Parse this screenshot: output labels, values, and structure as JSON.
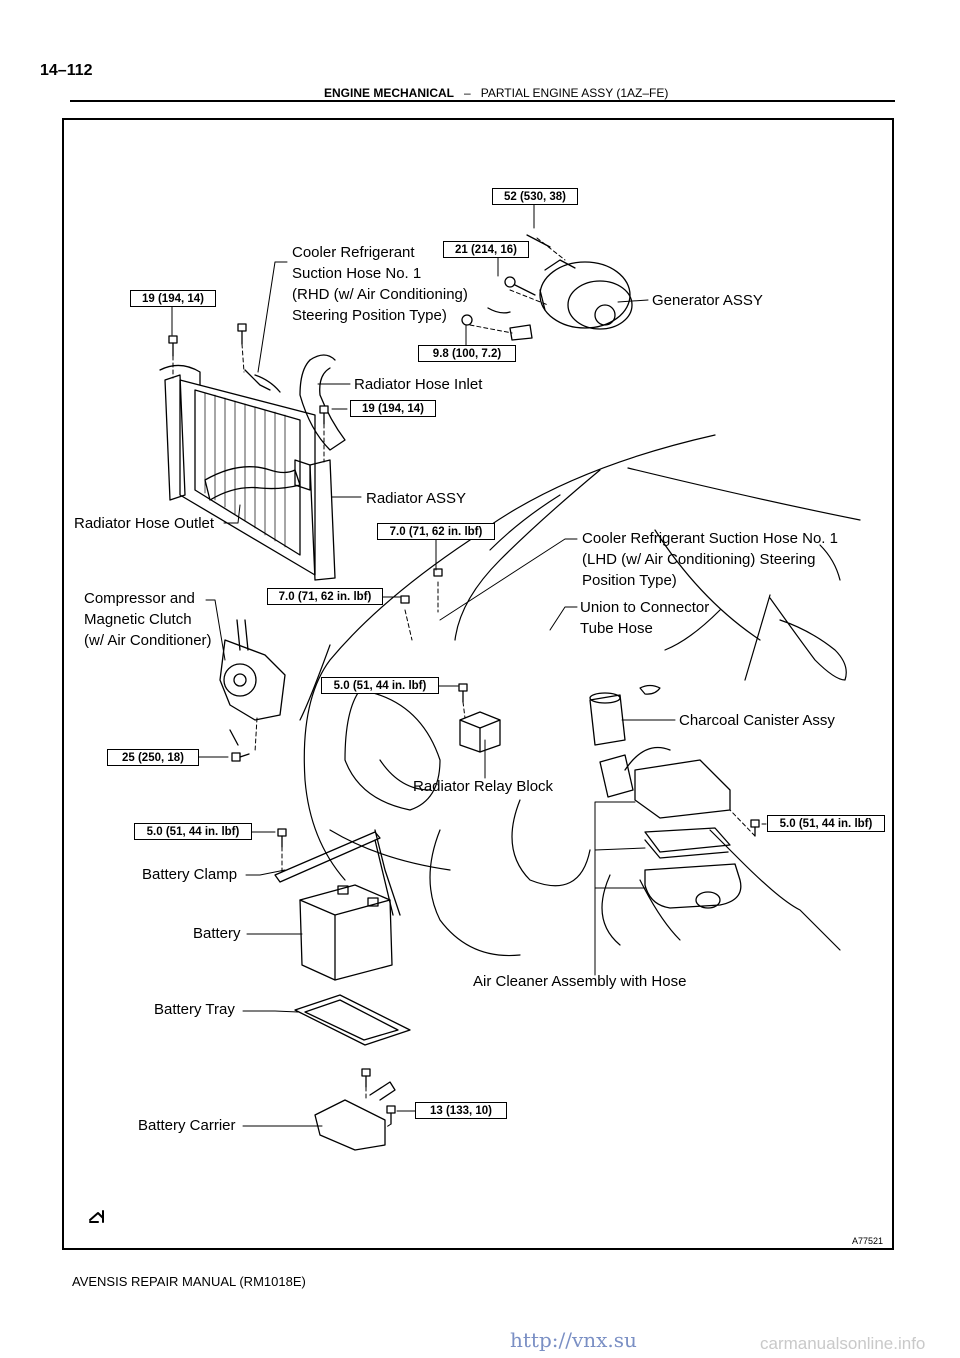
{
  "header": {
    "page_number": "14–112",
    "section": "ENGINE MECHANICAL",
    "separator": "–",
    "subsection": "PARTIAL ENGINE ASSY (1AZ–FE)"
  },
  "figure_id": "A77521",
  "footer": "AVENSIS REPAIR MANUAL   (RM1018E)",
  "watermark": "http://vnx.su",
  "watermark2": "carmanualsonline.info",
  "torques": {
    "generator_bolt": "52 (530, 38)",
    "generator_nut": "21 (214, 16)",
    "radiator_top_bolt": "19 (194, 14)",
    "generator_terminal": "9.8 (100, 7.2)",
    "radiator_hose_bolt": "19 (194, 14)",
    "hose_bracket_upper": "7.0 (71, 62 in. lbf)",
    "hose_bracket_lower": "7.0 (71, 62 in. lbf)",
    "relay_block_bolt": "5.0 (51, 44 in. lbf)",
    "compressor_bolt": "25 (250, 18)",
    "battery_clamp_bolt": "5.0 (51, 44 in. lbf)",
    "air_cleaner_bolt": "5.0 (51, 44 in. lbf)",
    "battery_carrier_bolt": "13 (133, 10)"
  },
  "labels": {
    "suction_hose_rhd": [
      "Cooler Refrigerant",
      "Suction Hose No. 1",
      "(RHD (w/ Air Conditioning)",
      "Steering Position Type)"
    ],
    "generator": "Generator ASSY",
    "radiator_hose_inlet": "Radiator Hose Inlet",
    "radiator_assy": "Radiator ASSY",
    "radiator_hose_outlet": "Radiator Hose Outlet",
    "suction_hose_lhd": [
      "Cooler Refrigerant Suction Hose No. 1",
      "(LHD (w/ Air Conditioning) Steering",
      "Position Type)"
    ],
    "compressor": [
      "Compressor and",
      "Magnetic Clutch",
      "(w/ Air Conditioner)"
    ],
    "union_connector": [
      "Union to Connector",
      "Tube Hose"
    ],
    "charcoal_canister": "Charcoal Canister Assy",
    "radiator_relay_block": "Radiator Relay Block",
    "battery_clamp": "Battery Clamp",
    "battery": "Battery",
    "air_cleaner": "Air Cleaner Assembly with Hose",
    "battery_tray": "Battery Tray",
    "battery_carrier": "Battery Carrier"
  }
}
